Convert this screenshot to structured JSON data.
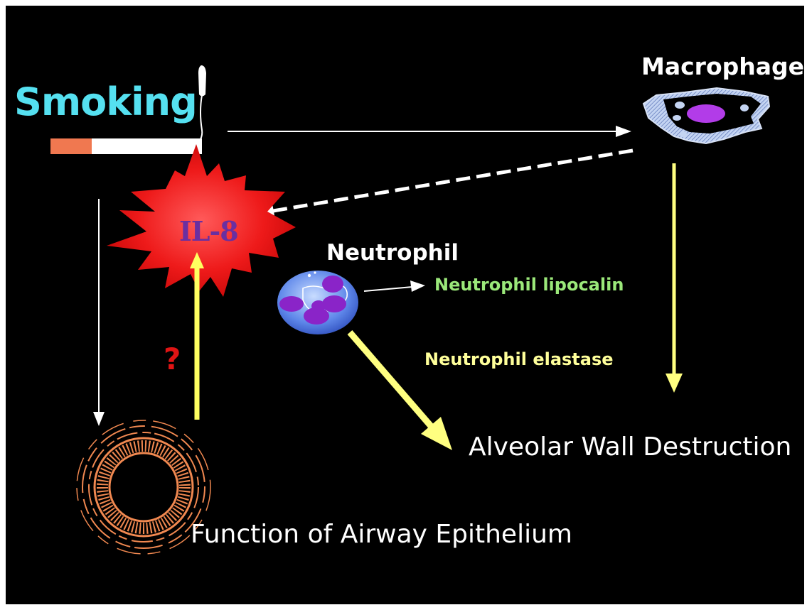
{
  "labels": {
    "smoking": "Smoking",
    "macrophage": "Macrophage",
    "il8": "IL-8",
    "neutrophil": "Neutrophil",
    "neutrophil_lipocalin": "Neutrophil lipocalin",
    "neutrophil_elastase": "Neutrophil elastase",
    "alveolar": "Alveolar Wall Destruction",
    "airway": "Function of Airway Epithelium",
    "question": "?"
  },
  "colors": {
    "background": "#000000",
    "smoking_text": "#55e0f0",
    "lipocalin_text": "#9be87a",
    "elastase_text": "#ffff9a",
    "burst": "#e8141c",
    "il8_text": "#6a2fa0",
    "yellow_arrow": "#ffff80",
    "airway_ring": "#f08850",
    "nucleus": "#9a2ad0"
  }
}
